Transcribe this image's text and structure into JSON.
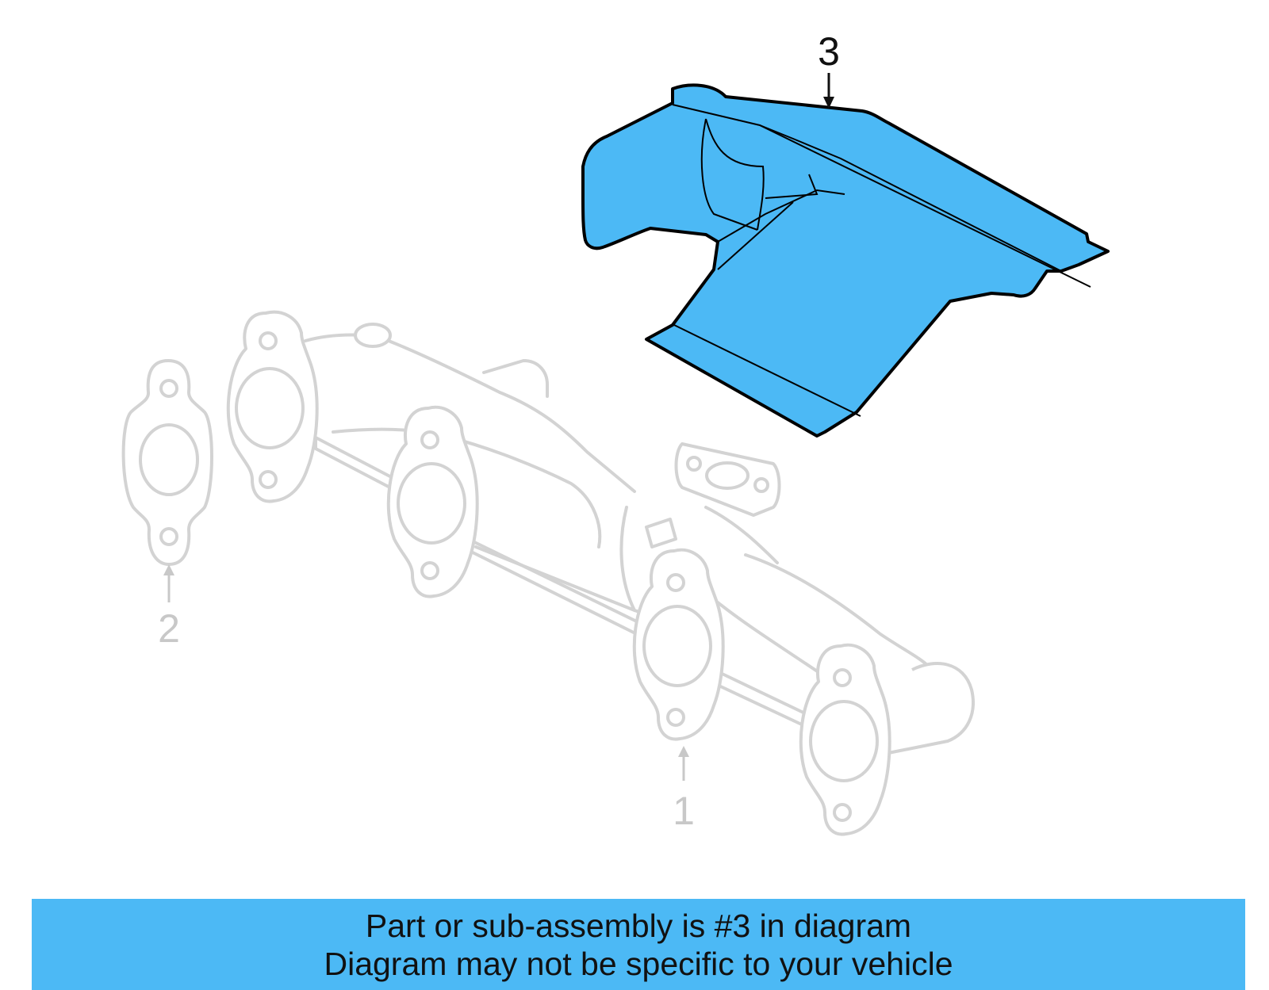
{
  "colors": {
    "highlight": "#4cb9f5",
    "ghost_stroke": "#d3d3d3",
    "outline": "#000000",
    "banner_bg": "#4cb9f5",
    "callout_ghost": "#c8c8c8",
    "callout_active": "#111111"
  },
  "callouts": {
    "part_1": "1",
    "part_2": "2",
    "part_3": "3"
  },
  "banner": {
    "line1": "Part or sub-assembly is #3 in diagram",
    "line2": "Diagram may not be specific to your vehicle"
  }
}
